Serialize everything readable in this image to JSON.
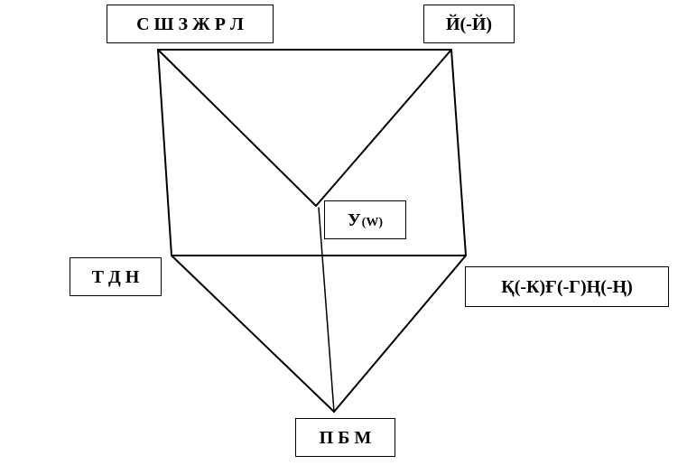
{
  "nodes": {
    "top_left": {
      "label": "С Ш З Ж Р Л"
    },
    "top_right": {
      "label": "Й(-Й)"
    },
    "center": {
      "label_main": "У",
      "label_sub": "(W)"
    },
    "left": {
      "label": "Т Д Н"
    },
    "right": {
      "label": "Қ(-К)Ғ(-Г)Ң(-Ң)"
    },
    "bottom": {
      "label": "П Б М"
    }
  },
  "colors": {
    "line": "#000000",
    "box_border": "#000000",
    "background": "#ffffff"
  }
}
